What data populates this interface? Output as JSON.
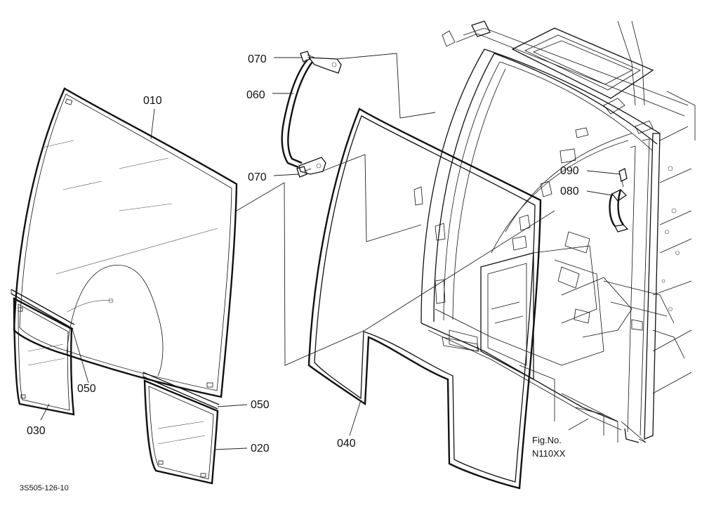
{
  "labels": {
    "p010": "010",
    "p020": "020",
    "p030": "030",
    "p040": "040",
    "p050a": "050",
    "p050b": "050",
    "p060": "060",
    "p070a": "070",
    "p070b": "070",
    "p080": "080",
    "p090": "090"
  },
  "figure_ref": {
    "line1": "Fig.No.",
    "line2": "N110XX"
  },
  "drawing_code": "3S505-126-10"
}
